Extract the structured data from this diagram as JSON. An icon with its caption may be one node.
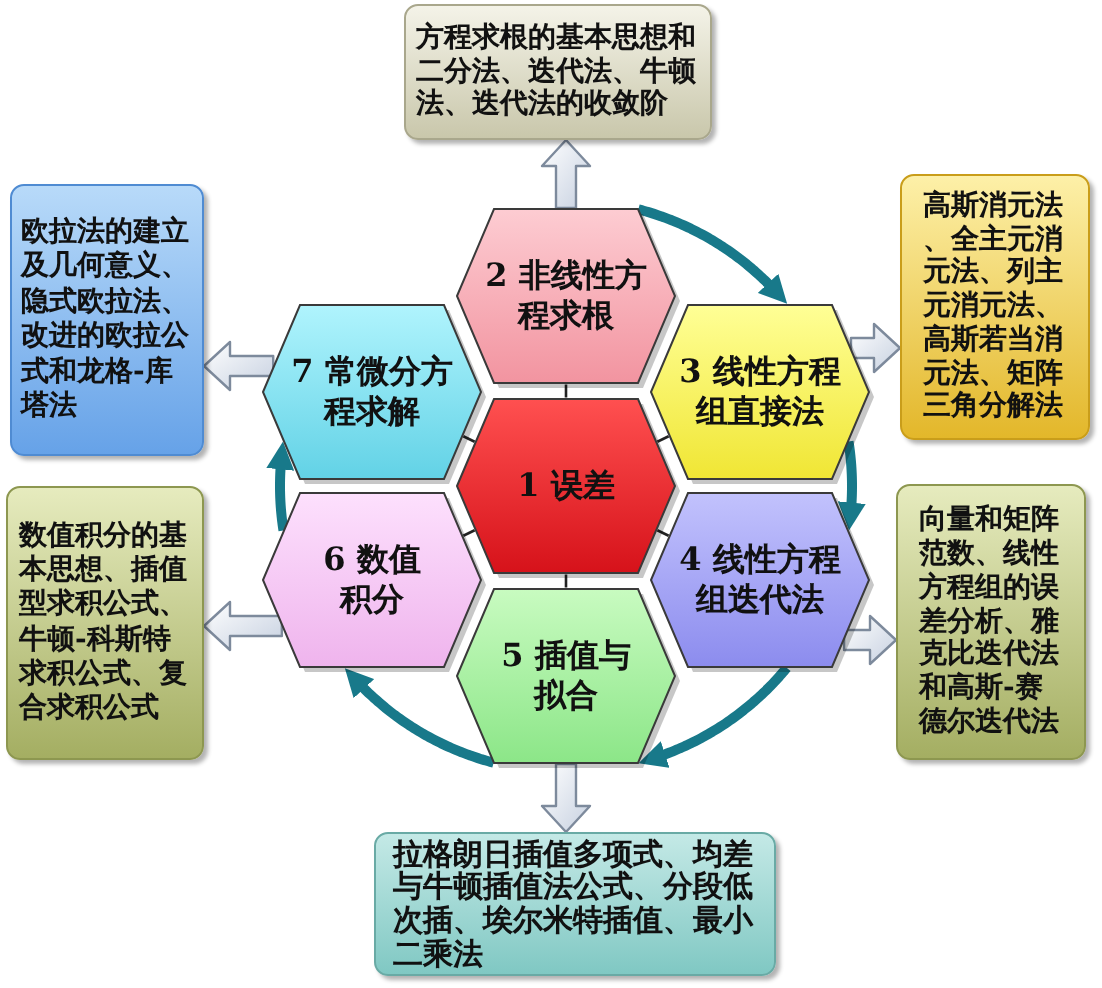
{
  "diagram": {
    "nodes": [
      {
        "text": [
          "1 误差"
        ]
      },
      {
        "text": [
          "2 非线性方程求根"
        ]
      },
      {
        "text": [
          "3 线性方程组直接法"
        ]
      },
      {
        "text": [
          "4 线性方程组迭代法"
        ]
      },
      {
        "text": [
          "5 插值与拟合"
        ]
      },
      {
        "text": [
          "6 数值积分"
        ]
      },
      {
        "text": [
          "7 常微分方程求解"
        ]
      },
      {
        "text": [
          "方程求根的基本思想和二分法、迭代法、牛顿法、迭代法的收敛阶"
        ]
      },
      {
        "text": [
          "高斯消元法、全主元消元法、列主元消元法、高斯若当消元法、矩阵三角分解法"
        ]
      },
      {
        "text": [
          "向量和矩阵范数、线性方程组的误差分析、雅克比迭代法和高斯-赛德尔迭代法"
        ]
      },
      {
        "text": [
          "拉格朗日插值多项式、均差与牛顿插值法公式、分段低次插、埃尔米特插值、最小二乘法"
        ]
      },
      {
        "text": [
          "数值积分的基本思想、插值型求积公式、牛顿-科斯特求积公式、复合求积公式"
        ]
      },
      {
        "text": [
          "欧拉法的建立及几何意义、隐式欧拉法、改进的欧拉公式和龙格-库塔法"
        ]
      }
    ],
    "edges": [
      {
        "from": 1,
        "to": 7,
        "arrow": "to"
      },
      {
        "from": 2,
        "to": 8,
        "arrow": "to"
      },
      {
        "from": 3,
        "to": 9,
        "arrow": "to"
      },
      {
        "from": 4,
        "to": 10,
        "arrow": "to"
      },
      {
        "from": 5,
        "to": 11,
        "arrow": "to"
      },
      {
        "from": 6,
        "to": 12,
        "arrow": "to"
      },
      {
        "from": 1,
        "to": 2,
        "arrow": "to",
        "style": "thick",
        "color": "#18798a"
      },
      {
        "from": 2,
        "to": 3,
        "arrow": "to",
        "style": "thick",
        "color": "#18798a"
      },
      {
        "from": 3,
        "to": 4,
        "arrow": "to",
        "style": "thick",
        "color": "#18798a"
      },
      {
        "from": 4,
        "to": 5,
        "arrow": "to",
        "style": "thick",
        "color": "#18798a"
      },
      {
        "from": 5,
        "to": 6,
        "arrow": "to",
        "style": "thick",
        "color": "#18798a"
      },
      {
        "from": 0,
        "to": 1,
        "arrow": "none",
        "color": "#222222"
      },
      {
        "from": 0,
        "to": 2,
        "arrow": "none",
        "color": "#222222"
      },
      {
        "from": 0,
        "to": 3,
        "arrow": "none",
        "color": "#222222"
      },
      {
        "from": 0,
        "to": 4,
        "arrow": "none",
        "color": "#222222"
      },
      {
        "from": 0,
        "to": 5,
        "arrow": "none",
        "color": "#222222"
      },
      {
        "from": 0,
        "to": 6,
        "arrow": "none",
        "color": "#222222"
      }
    ]
  }
}
